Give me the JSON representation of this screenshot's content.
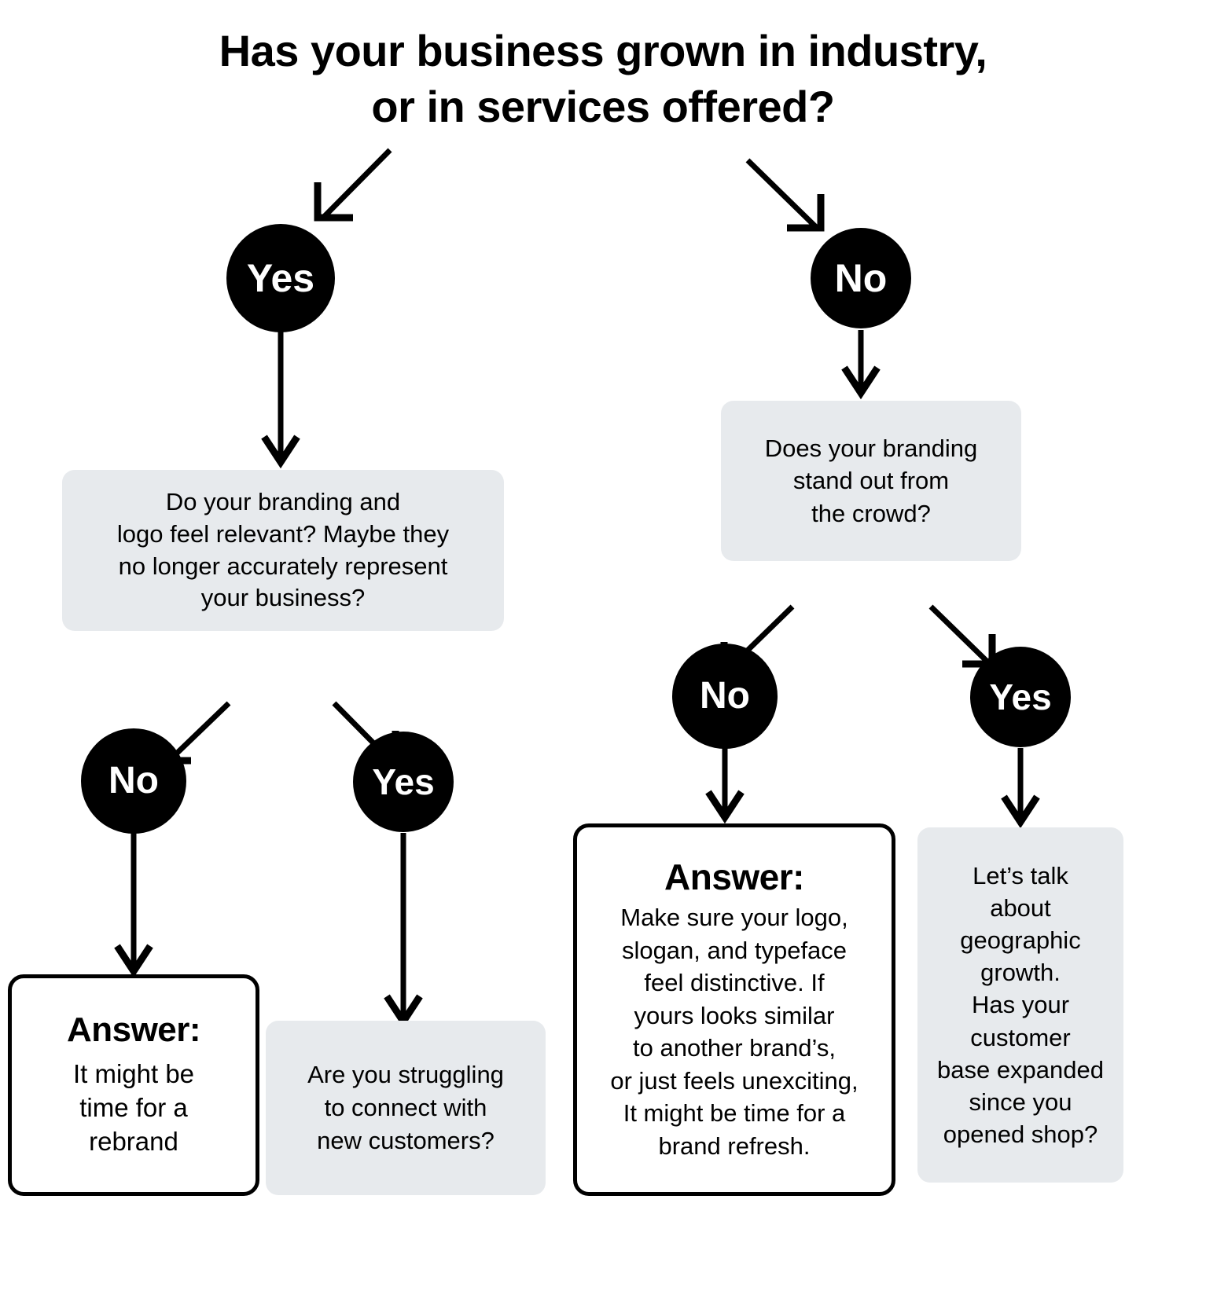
{
  "page": {
    "background_color": "#ffffff",
    "title": "Has your business grown in industry,\nor in services offered?"
  },
  "colors": {
    "node_fill": "#000000",
    "node_text": "#ffffff",
    "box_gray": "#e7eaed",
    "box_answer_border": "#000000",
    "text": "#000000"
  },
  "nodes": {
    "yes_top": "Yes",
    "no_top": "No",
    "no_left": "No",
    "yes_left": "Yes",
    "no_right": "No",
    "yes_right": "Yes"
  },
  "boxes": {
    "left_question": "Do your branding and\nlogo feel relevant? Maybe they\nno longer accurately represent\nyour business?",
    "right_question": "Does your branding\nstand out from\nthe crowd?",
    "left_answer": {
      "heading": "Answer:",
      "body": "It might be\ntime for a\nrebrand"
    },
    "left_followup": "Are you struggling\nto connect with\nnew customers?",
    "right_answer": {
      "heading": "Answer:",
      "body": "Make sure your logo,\nslogan, and typeface\nfeel distinctive. If\nyours looks similar\nto another brand’s,\nor just feels unexciting,\nIt might be time for a\nbrand refresh."
    },
    "right_followup": "Let’s talk\nabout\ngeographic\ngrowth.\nHas your\ncustomer\nbase expanded\nsince you\nopened shop?"
  },
  "arrows": [
    {
      "name": "title-to-yes-top",
      "from": "title",
      "to": "yes-top"
    },
    {
      "name": "title-to-no-top",
      "from": "title",
      "to": "no-top"
    },
    {
      "name": "yes-top-to-left-question",
      "from": "yes-top",
      "to": "left-question"
    },
    {
      "name": "no-top-to-right-question",
      "from": "no-top",
      "to": "right-question"
    },
    {
      "name": "left-question-to-no-left",
      "from": "left-question",
      "to": "no-left"
    },
    {
      "name": "left-question-to-yes-left",
      "from": "left-question",
      "to": "yes-left"
    },
    {
      "name": "right-question-to-no-right",
      "from": "right-question",
      "to": "no-right"
    },
    {
      "name": "right-question-to-yes-right",
      "from": "right-question",
      "to": "yes-right"
    },
    {
      "name": "no-left-to-left-answer",
      "from": "no-left",
      "to": "left-answer"
    },
    {
      "name": "yes-left-to-left-followup",
      "from": "yes-left",
      "to": "left-followup"
    },
    {
      "name": "no-right-to-right-answer",
      "from": "no-right",
      "to": "right-answer"
    },
    {
      "name": "yes-right-to-right-followup",
      "from": "yes-right",
      "to": "right-followup"
    }
  ]
}
